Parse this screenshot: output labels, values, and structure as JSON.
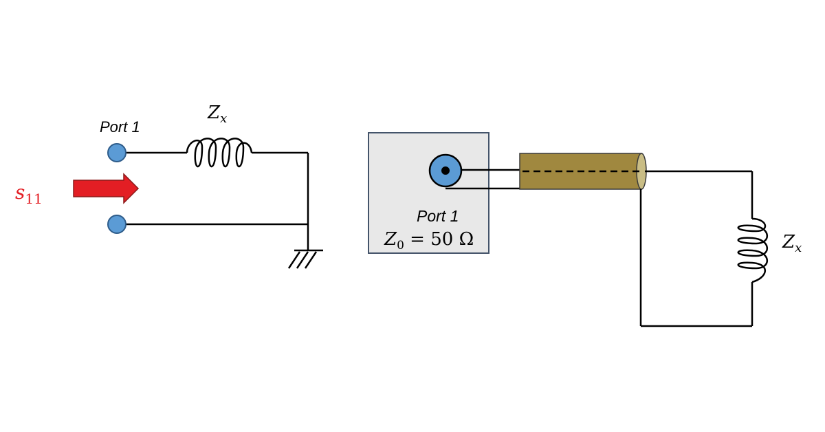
{
  "left_circuit": {
    "port_label": "Port 1",
    "impedance_symbol": "Z",
    "impedance_subscript": "x",
    "sparam_symbol": "s",
    "sparam_subscript": "11",
    "arrow_color": "#e31e24",
    "terminal_color": "#5b9bd5"
  },
  "right_circuit": {
    "port_label": "Port 1",
    "z0_symbol": "Z",
    "z0_subscript": "0",
    "z0_value": " = 50 Ω",
    "impedance_symbol": "Z",
    "impedance_subscript": "x",
    "box_color": "#e8e8e8",
    "box_border_color": "#44546a",
    "coax_color": "#a0883f",
    "connector_color": "#5b9bd5"
  }
}
